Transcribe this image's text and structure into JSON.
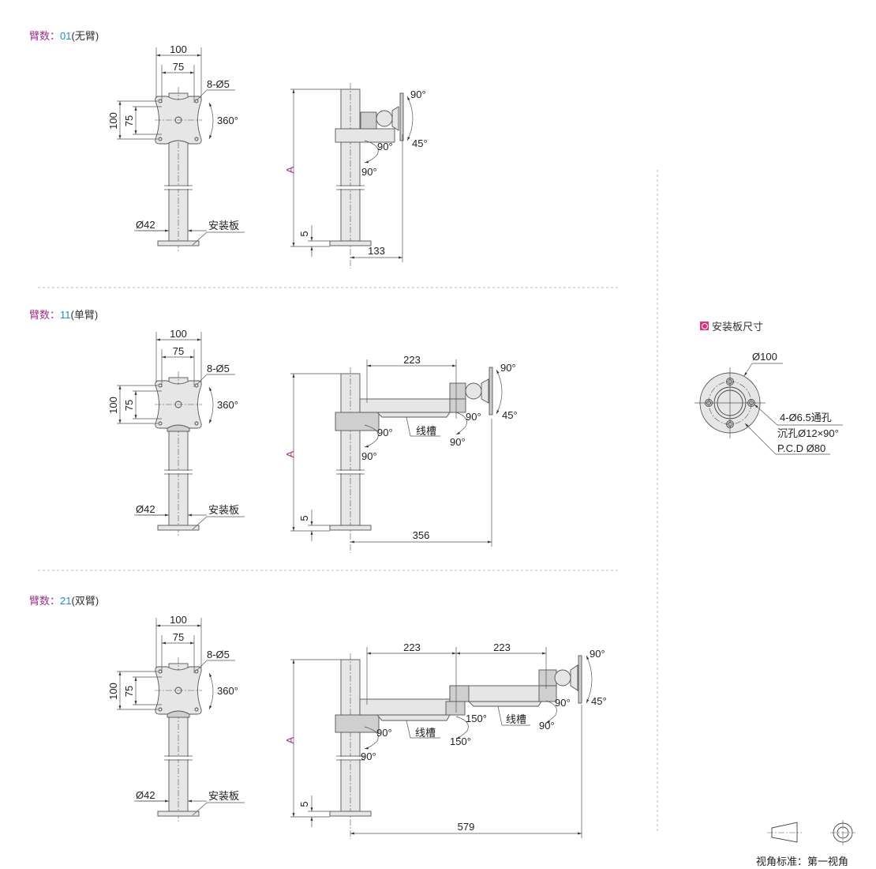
{
  "sections": [
    {
      "title_prefix": "臂数：",
      "code": "01",
      "name": "(无臂)",
      "front": {
        "width_outer": "100",
        "width_inner": "75",
        "holes": "8-Ø5",
        "height_outer": "100",
        "height_inner": "75",
        "rotation": "360°",
        "column_dia": "Ø42",
        "plate_label": "安装板"
      },
      "side": {
        "height": "A",
        "base_thickness": "5",
        "reach": "133",
        "arms": [],
        "labels": [
          "90°",
          "45°",
          "90°",
          "90°"
        ]
      }
    },
    {
      "title_prefix": "臂数：",
      "code": "11",
      "name": "(单臂)",
      "front": {
        "width_outer": "100",
        "width_inner": "75",
        "holes": "8-Ø5",
        "height_outer": "100",
        "height_inner": "75",
        "rotation": "360°",
        "column_dia": "Ø42",
        "plate_label": "安装板"
      },
      "side": {
        "height": "A",
        "base_thickness": "5",
        "reach": "356",
        "arms": [
          "223"
        ],
        "labels": [
          "90°",
          "45°",
          "90°",
          "90°",
          "线槽",
          "90°",
          "90°"
        ]
      }
    },
    {
      "title_prefix": "臂数：",
      "code": "21",
      "name": "(双臂)",
      "front": {
        "width_outer": "100",
        "width_inner": "75",
        "holes": "8-Ø5",
        "height_outer": "100",
        "height_inner": "75",
        "rotation": "360°",
        "column_dia": "Ø42",
        "plate_label": "安装板"
      },
      "side": {
        "height": "A",
        "base_thickness": "5",
        "reach": "579",
        "arms": [
          "223",
          "223"
        ],
        "labels": [
          "90°",
          "45°",
          "90°",
          "90°",
          "150°",
          "150°",
          "线槽",
          "线槽",
          "90°",
          "90°"
        ]
      }
    }
  ],
  "mount_plate": {
    "title": "安装板尺寸",
    "outer_dia": "Ø100",
    "holes": "4-Ø6.5通孔",
    "countersink": "沉孔Ø12×90°",
    "pcd": "P.C.D Ø80"
  },
  "footer": {
    "projection": "视角标准：第一视角"
  },
  "colors": {
    "accent_magenta": "#9b2f86",
    "accent_blue": "#1f8bc5",
    "badge": "#e0307f"
  }
}
